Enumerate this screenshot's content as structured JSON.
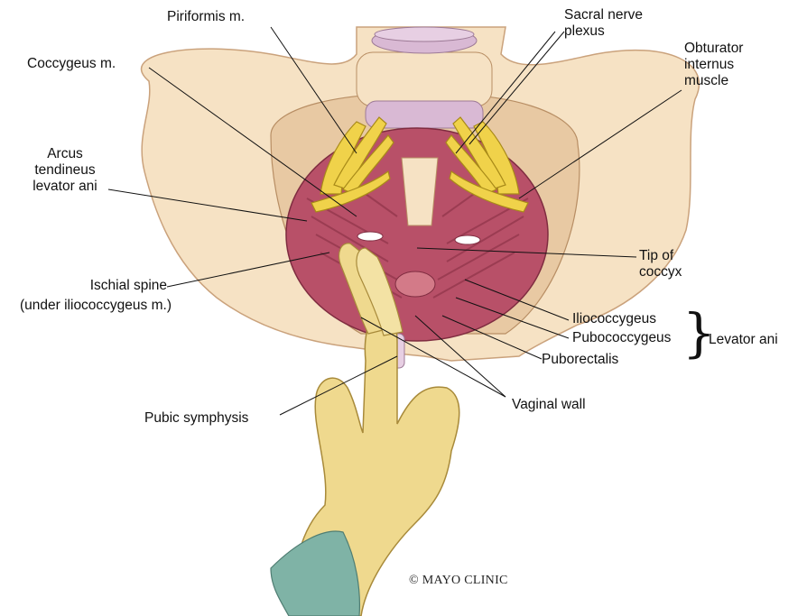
{
  "labels": {
    "piriformis": "Piriformis m.",
    "sacral_nerve": [
      "Sacral nerve",
      "plexus"
    ],
    "coccygeus": "Coccygeus m.",
    "obturator": [
      "Obturator",
      "internus",
      "muscle"
    ],
    "arcus": [
      "Arcus",
      "tendineus",
      "levator ani"
    ],
    "tip_coccyx": [
      "Tip of",
      "coccyx"
    ],
    "ischial_spine": [
      "Ischial spine",
      "(under iliococcygeus m.)"
    ],
    "iliococcygeus": "Iliococcygeus",
    "pubococcygeus": "Pubococcygeus",
    "puborectalis": "Puborectalis",
    "levator_ani": "Levator ani",
    "pubic_symphysis": "Pubic symphysis",
    "vaginal_wall": "Vaginal wall"
  },
  "credit": "© MAYO CLINIC",
  "colors": {
    "bone": "#f6e2c4",
    "bone_shadow": "#e8c9a3",
    "muscle": "#b85068",
    "muscle_dark": "#8f3348",
    "nerve": "#f0d24a",
    "disc": "#d9b9d4",
    "glove": "#efd98e",
    "sleeve": "#7fb3a6"
  }
}
